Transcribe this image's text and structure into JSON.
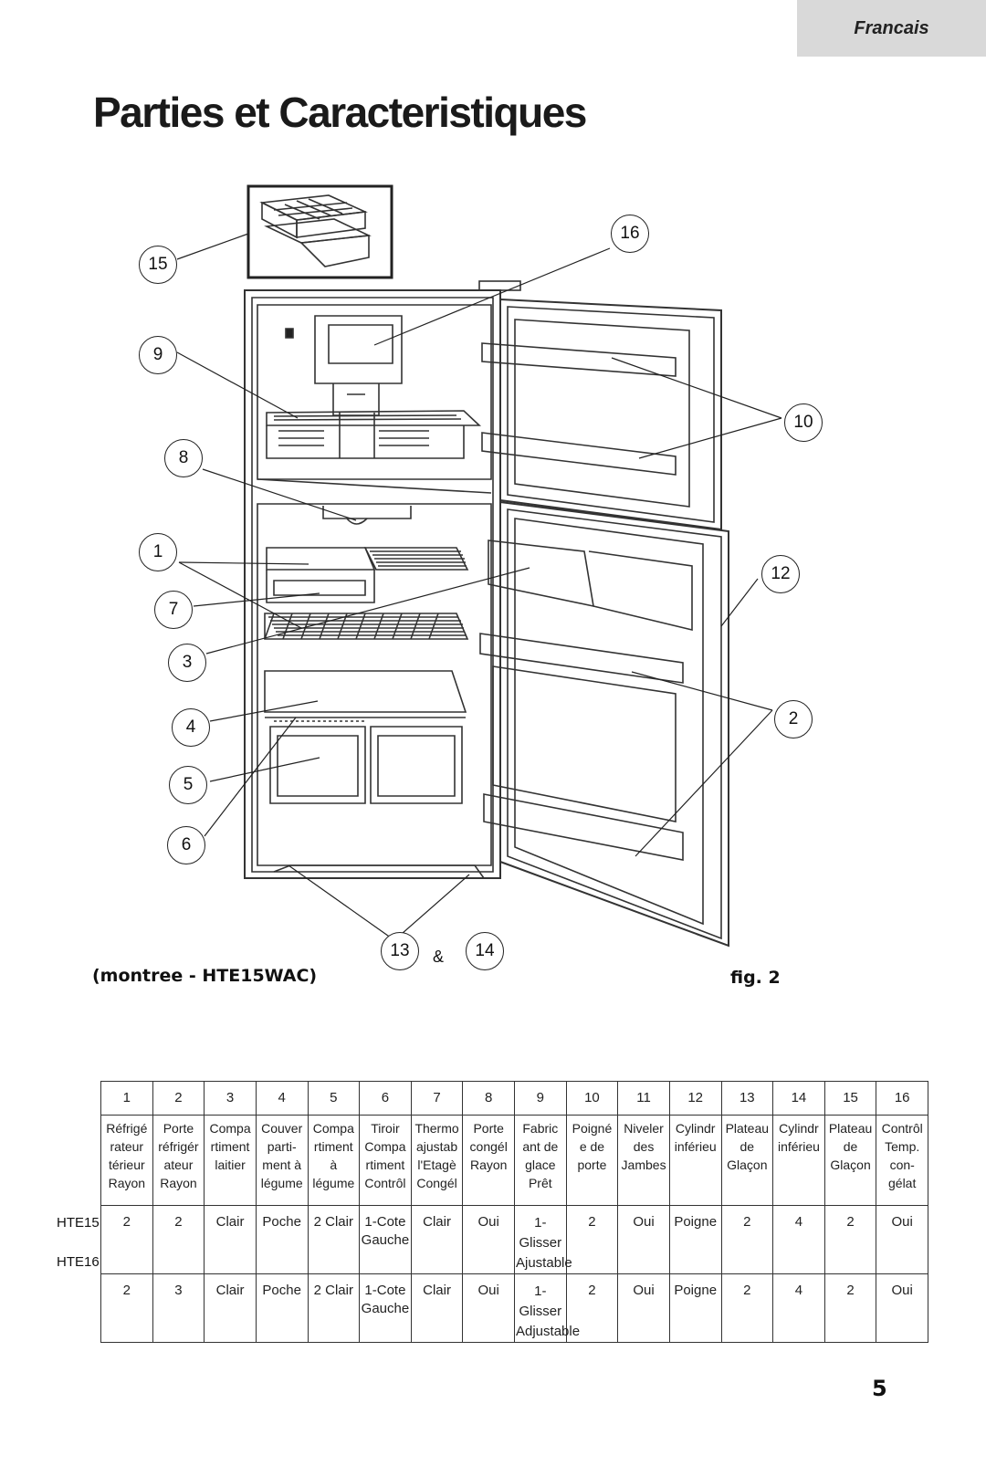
{
  "header": {
    "language_tab": "Francais"
  },
  "title": "Parties et Caracteristiques",
  "figure": {
    "callouts": [
      "15",
      "9",
      "8",
      "1",
      "7",
      "3",
      "4",
      "5",
      "6",
      "16",
      "10",
      "12",
      "2",
      "13",
      "14"
    ],
    "ampersand": "&",
    "caption_model": "(montree - HTE15WAC)",
    "caption_fig": "fig. 2"
  },
  "table": {
    "numbers": [
      "1",
      "2",
      "3",
      "4",
      "5",
      "6",
      "7",
      "8",
      "9",
      "10",
      "11",
      "12",
      "13",
      "14",
      "15",
      "16"
    ],
    "descriptions": [
      [
        "Réfrigé",
        "rateur",
        "térieur",
        "Rayon"
      ],
      [
        "Porte",
        "réfrigér",
        "ateur",
        "Rayon"
      ],
      [
        "Compa",
        "rtiment",
        "laitier"
      ],
      [
        "Couver",
        "parti-",
        "ment à",
        "légume"
      ],
      [
        "Compa",
        "rtiment",
        "à",
        "légume"
      ],
      [
        "Tiroir",
        "Compa",
        "rtiment",
        "Contrôl"
      ],
      [
        "Thermo",
        "ajustab",
        "l'Etagè",
        "Congél"
      ],
      [
        "Porte",
        "congél",
        "Rayon"
      ],
      [
        "Fabric",
        "ant de",
        "glace",
        "Prêt"
      ],
      [
        "Poigné",
        "e de",
        "porte"
      ],
      [
        "Niveler",
        "des",
        "Jambes"
      ],
      [
        "Cylindr",
        "inférieu"
      ],
      [
        "Plateau",
        "de",
        "Glaçon"
      ],
      [
        "Cylindr",
        "inférieu"
      ],
      [
        "Plateau",
        "de",
        "Glaçon"
      ],
      [
        "Contrôl",
        "Temp.",
        "con-",
        "gélat"
      ]
    ],
    "models": [
      {
        "label": "HTE15",
        "values": [
          [
            "2"
          ],
          [
            "2"
          ],
          [
            "Clair"
          ],
          [
            "Poche"
          ],
          [
            "2 Clair"
          ],
          [
            "1-Cote",
            "Gauche"
          ],
          [
            "Clair"
          ],
          [
            "Oui"
          ],
          [
            "1-Glisser",
            "Ajustable"
          ],
          [
            "2"
          ],
          [
            "Oui"
          ],
          [
            "Poigne"
          ],
          [
            "2"
          ],
          [
            "4"
          ],
          [
            "2"
          ],
          [
            "Oui"
          ]
        ]
      },
      {
        "label": "HTE16",
        "values": [
          [
            "2"
          ],
          [
            "3"
          ],
          [
            "Clair"
          ],
          [
            "Poche"
          ],
          [
            "2 Clair"
          ],
          [
            "1-Cote",
            "Gauche"
          ],
          [
            "Clair"
          ],
          [
            "Oui"
          ],
          [
            "1-Glisser",
            "Adjustable"
          ],
          [
            "2"
          ],
          [
            "Oui"
          ],
          [
            "Poigne"
          ],
          [
            "2"
          ],
          [
            "4"
          ],
          [
            "2"
          ],
          [
            "Oui"
          ]
        ]
      }
    ]
  },
  "page_number": "5"
}
